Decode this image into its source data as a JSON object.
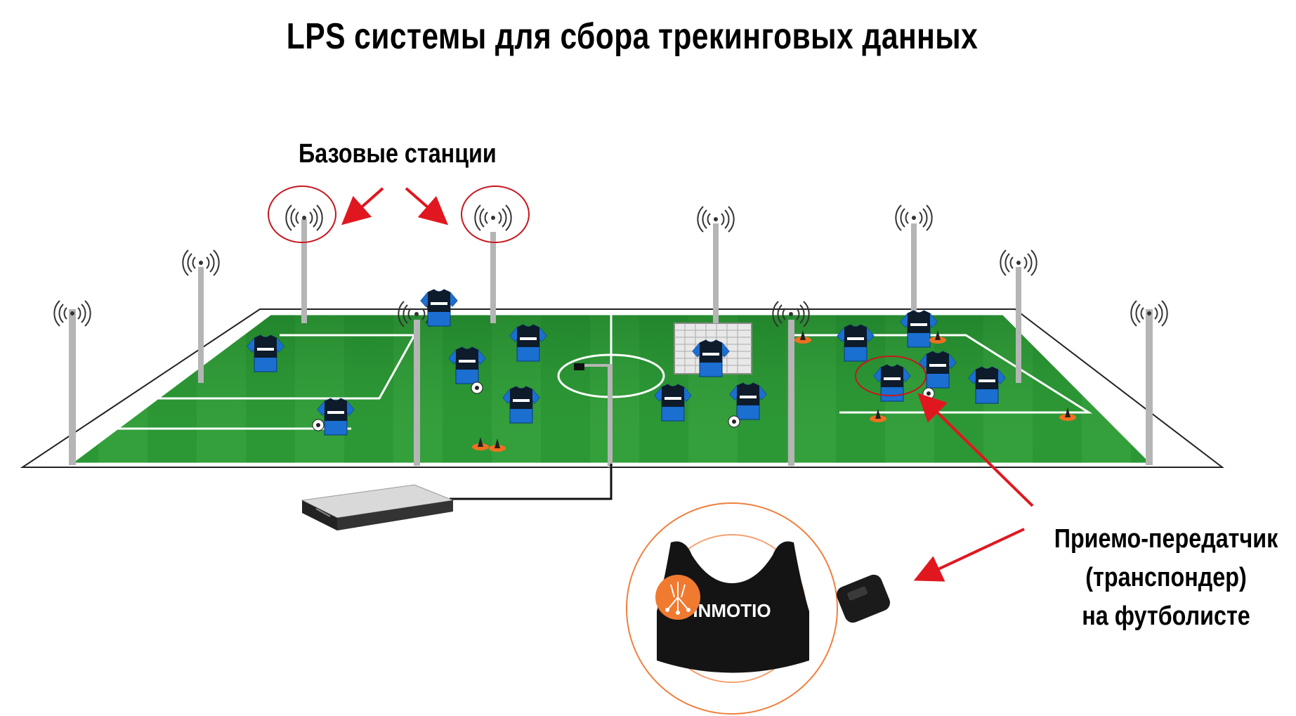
{
  "title": "LPS системы для сбора трекинговых данных",
  "labels": {
    "base_stations": "Базовые станции",
    "transponder_line1": "Приемо-передатчик",
    "transponder_line2": "(транспондер)",
    "transponder_line3": "на футболисте"
  },
  "brand": "INMOTIO",
  "colors": {
    "pitch_light": "#3aa640",
    "pitch_dark": "#22852d",
    "highlight_red": "#c8161d",
    "arrow_red": "#e0171f",
    "orange_ring": "#f08040",
    "jersey_blue": "#1a6fd1",
    "jersey_black": "#0d1b2a"
  }
}
